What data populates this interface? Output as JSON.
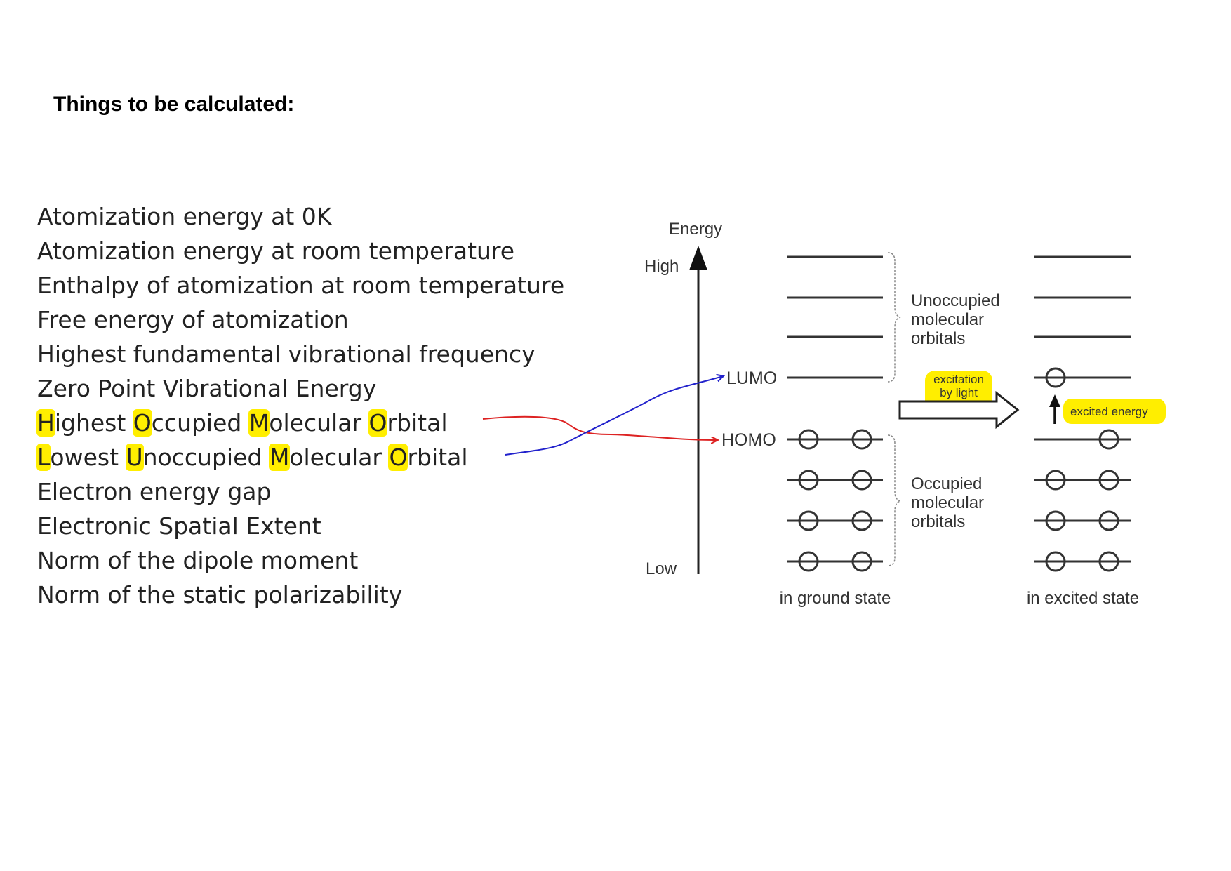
{
  "page": {
    "title": "Things to be calculated:"
  },
  "quantities": [
    {
      "label": "Atomization energy at 0K"
    },
    {
      "label": "Atomization energy at room temperature"
    },
    {
      "label": "Enthalpy of atomization at room temperature"
    },
    {
      "label": "Free energy of atomization"
    },
    {
      "label": "Highest fundamental vibrational frequency"
    },
    {
      "label": "Zero Point Vibrational Energy"
    },
    {
      "label": "Highest Occupied Molecular Orbital",
      "highlight_initials": [
        "H",
        "O",
        "M",
        "O"
      ]
    },
    {
      "label": "Lowest Unoccupied Molecular Orbital",
      "highlight_initials": [
        "L",
        "U",
        "M",
        "O"
      ]
    },
    {
      "label": "Electron energy gap"
    },
    {
      "label": "Electronic Spatial Extent"
    },
    {
      "label": "Norm of the dipole moment"
    },
    {
      "label": "Norm of the static polarizability"
    }
  ],
  "diagram": {
    "axis": {
      "label": "Energy",
      "high": "High",
      "low": "Low"
    },
    "levels": {
      "lumo": "LUMO",
      "homo": "HOMO"
    },
    "groups": {
      "unoccupied": [
        "Unoccupied",
        "molecular",
        "orbitals"
      ],
      "occupied": [
        "Occupied",
        "molecular",
        "orbitals"
      ]
    },
    "transition": {
      "label": [
        "excitation",
        "by light"
      ],
      "excited_energy": "excited energy"
    },
    "states": {
      "ground": "in ground state",
      "excited": "in excited state"
    }
  },
  "colors": {
    "highlight": "#ffee00",
    "homo_connector": "#dd2222",
    "lumo_connector": "#2222cc",
    "diagram_ink": "#333333"
  }
}
